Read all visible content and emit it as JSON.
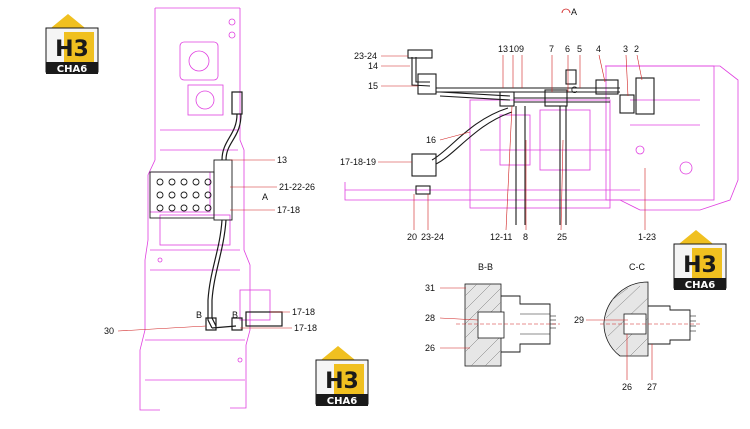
{
  "view_marker": "A",
  "section_bb": "B-B",
  "section_cc": "C-C",
  "logo": {
    "main": "H3",
    "sub": "CHA6",
    "bg": "#1a1a1a",
    "accent": "#f0c020",
    "text": "#ffffff"
  },
  "colors": {
    "frame": "#e040e0",
    "line": "#1a1a1a",
    "hose": "#222222",
    "leader": "#d02020"
  },
  "left_callouts": {
    "c13": "13",
    "c21": "21-22-26",
    "cA": "A",
    "c17a": "17-18",
    "c17b": "17-18",
    "c17c": "17-18",
    "c30": "30",
    "cB1": "B",
    "cB2": "B"
  },
  "right_callouts": {
    "c23top": "23-24",
    "c14": "14",
    "c15": "15",
    "c16": "16",
    "c17": "17-18-19",
    "c13": "13",
    "c10": "10",
    "c9": "9",
    "c7": "7",
    "c6": "6",
    "c5": "5",
    "c4": "4",
    "c3": "3",
    "c2": "2",
    "cC": "C",
    "c20": "20",
    "c23b": "23-24",
    "c12": "12-11",
    "c8": "8",
    "c25": "25",
    "c1": "1-23"
  },
  "bb_callouts": {
    "c31": "31",
    "c28": "28",
    "c26": "26"
  },
  "cc_callouts": {
    "c29": "29",
    "c26": "26",
    "c27": "27"
  }
}
